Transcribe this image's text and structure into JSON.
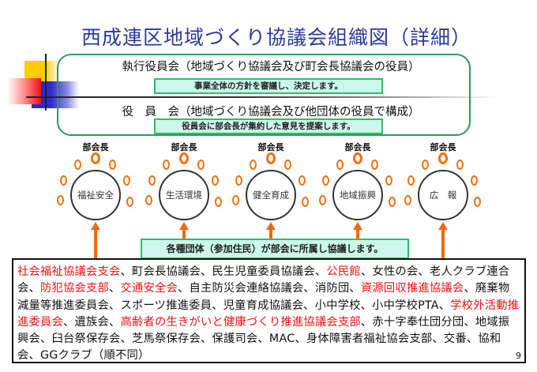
{
  "title": "西成連区地域づくり協議会組織図（詳細）",
  "executive": {
    "heading": "執行役員会（地域づくり協議会及び町会長協議会の役員）",
    "note": "事業全体の方針を審議し、決定します。"
  },
  "officers": {
    "heading": "役　員　会（地域づくり協議会及び他団体の役員で構成）",
    "note": "役員会に部会長が集約した意見を提案します。"
  },
  "committees": [
    {
      "chief_label": "部会長",
      "name": "福祉安全"
    },
    {
      "chief_label": "部会長",
      "name": "生活環境"
    },
    {
      "chief_label": "部会長",
      "name": "健全育成"
    },
    {
      "chief_label": "部会長",
      "name": "地域振興"
    },
    {
      "chief_label": "部会長",
      "name": "広　報"
    }
  ],
  "participation_note": "各種団体（参加住民）が部会に所属し協議します。",
  "organizations": [
    {
      "text": "社会福祉協議会支会",
      "highlight": true
    },
    {
      "text": "、町会長協議会、民生児童委員協議会、",
      "highlight": false
    },
    {
      "text": "公民館",
      "highlight": true
    },
    {
      "text": "、女性の会、老人クラブ連合会、",
      "highlight": false
    },
    {
      "text": "防犯協会支部",
      "highlight": true
    },
    {
      "text": "、",
      "highlight": false
    },
    {
      "text": "交通安全会",
      "highlight": true
    },
    {
      "text": "、自主防災会連絡協議会、消防団、",
      "highlight": false
    },
    {
      "text": "資源回収推進協議会",
      "highlight": true
    },
    {
      "text": "、廃棄物減量等推進委員会、スポーツ推進委員、児童育成協議会、小中学校、小中学校PTA、",
      "highlight": false
    },
    {
      "text": "学校外活動推進委員会",
      "highlight": true
    },
    {
      "text": "、遺族会、",
      "highlight": false
    },
    {
      "text": "高齢者の生きがいと健康づくり推進協議会支部",
      "highlight": true
    },
    {
      "text": "、赤十字奉仕団分団、地域振興会、臼台祭保存会、芝馬祭保存会、保護司会、MAC、身体障害者福祉協会支部、交番、協和会、GGクラブ（順不同）",
      "highlight": false
    }
  ],
  "page_number": "9",
  "colors": {
    "title": "#2a3a9c",
    "frame": "#2e9a5c",
    "note_fill": "#ccf7ea",
    "accent_orange": "#f06a10",
    "highlight_red": "#ee1111"
  }
}
